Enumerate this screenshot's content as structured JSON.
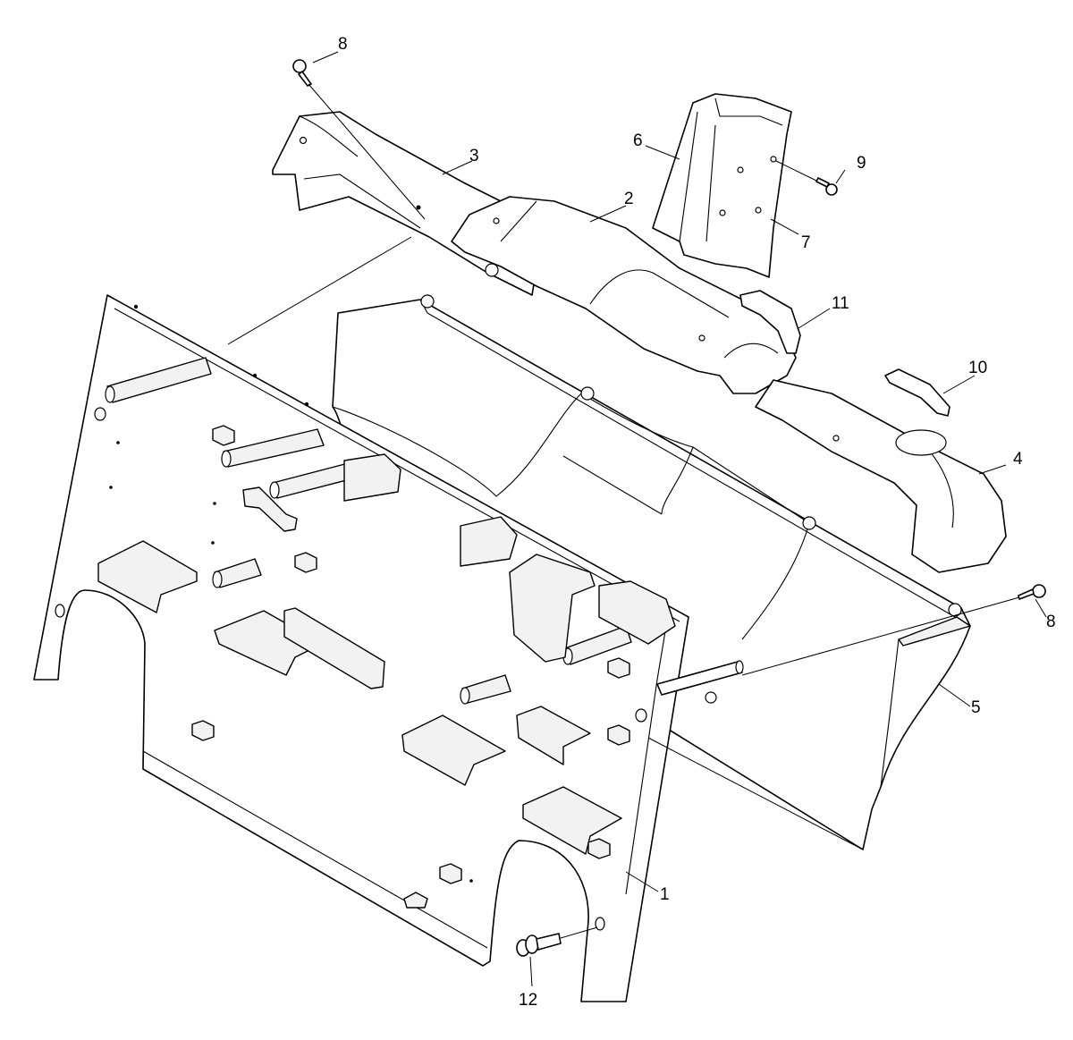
{
  "callouts": [
    {
      "id": "c1",
      "text": "1"
    },
    {
      "id": "c2",
      "text": "2"
    },
    {
      "id": "c3",
      "text": "3"
    },
    {
      "id": "c4",
      "text": "4"
    },
    {
      "id": "c5",
      "text": "5"
    },
    {
      "id": "c6",
      "text": "6"
    },
    {
      "id": "c7",
      "text": "7"
    },
    {
      "id": "c8a",
      "text": "8"
    },
    {
      "id": "c8b",
      "text": "8"
    },
    {
      "id": "c9",
      "text": "9"
    },
    {
      "id": "c10",
      "text": "10"
    },
    {
      "id": "c11",
      "text": "11"
    },
    {
      "id": "c12",
      "text": "12"
    }
  ],
  "colors": {
    "line": "#000000",
    "background": "#ffffff"
  }
}
